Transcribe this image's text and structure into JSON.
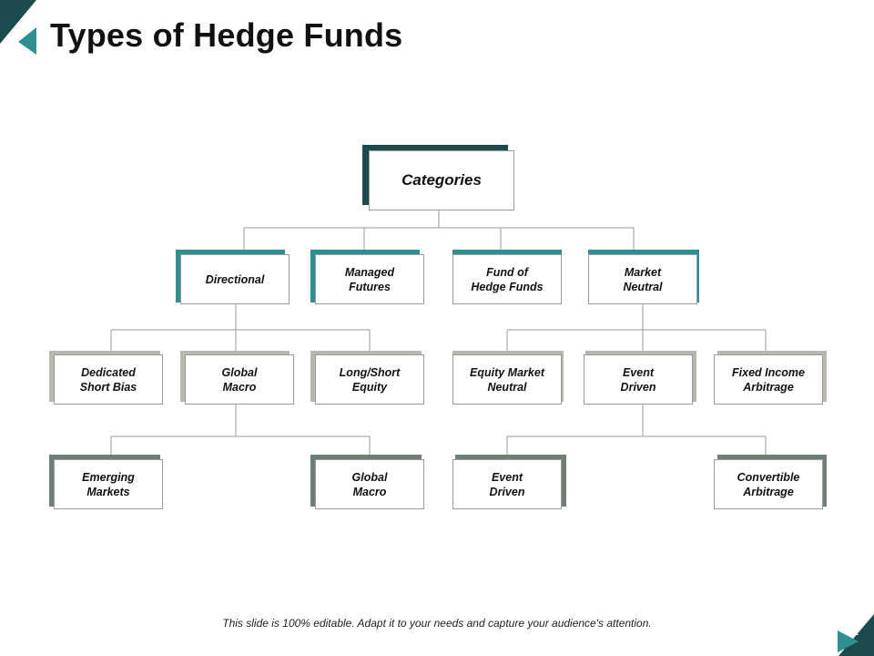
{
  "slide": {
    "title": "Types of Hedge Funds",
    "footer": "This slide is 100% editable. Adapt it to your needs and capture your audience's attention.",
    "page_number": "21"
  },
  "colors": {
    "dark_teal": "#1d4a4c",
    "teal": "#2f8f92",
    "gray": "#b9b8ae",
    "slate": "#6f7f78",
    "line": "#999999"
  },
  "diagram": {
    "root": {
      "label": "Categories"
    },
    "level1": [
      {
        "label": "Directional"
      },
      {
        "label": "Managed\nFutures"
      },
      {
        "label": "Fund of\nHedge Funds"
      },
      {
        "label": "Market\nNeutral"
      }
    ],
    "level2": [
      {
        "label": "Dedicated\nShort Bias"
      },
      {
        "label": "Global\nMacro"
      },
      {
        "label": "Long/Short\nEquity"
      },
      {
        "label": "Equity Market\nNeutral"
      },
      {
        "label": "Event\nDriven"
      },
      {
        "label": "Fixed Income\nArbitrage"
      }
    ],
    "level3": [
      {
        "label": "Emerging\nMarkets"
      },
      {
        "label": "Global\nMacro"
      },
      {
        "label": "Event\nDriven"
      },
      {
        "label": "Convertible\nArbitrage"
      }
    ]
  }
}
